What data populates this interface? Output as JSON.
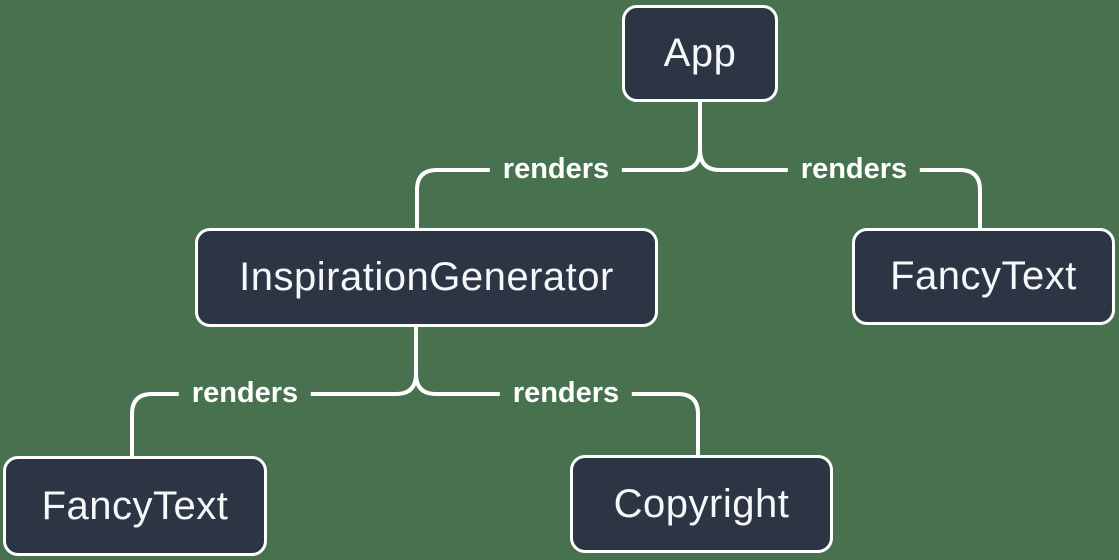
{
  "diagram": {
    "type": "component-render-tree",
    "colors": {
      "background": "#47714F",
      "node_fill": "#2B3544",
      "node_border": "#FFFFFF",
      "node_text": "#F6F7F9",
      "edge_line": "#FFFFFF",
      "edge_label_text": "#FFFFFF"
    },
    "nodes": [
      {
        "id": "app",
        "label": "App"
      },
      {
        "id": "inspiration-generator",
        "label": "InspirationGenerator"
      },
      {
        "id": "fancy-text-top-right",
        "label": "FancyText"
      },
      {
        "id": "fancy-text-bottom-left",
        "label": "FancyText"
      },
      {
        "id": "copyright",
        "label": "Copyright"
      }
    ],
    "edges": [
      {
        "from": "app",
        "to": "inspiration-generator",
        "label": "renders"
      },
      {
        "from": "app",
        "to": "fancy-text-top-right",
        "label": "renders"
      },
      {
        "from": "inspiration-generator",
        "to": "fancy-text-bottom-left",
        "label": "renders"
      },
      {
        "from": "inspiration-generator",
        "to": "copyright",
        "label": "renders"
      }
    ]
  }
}
